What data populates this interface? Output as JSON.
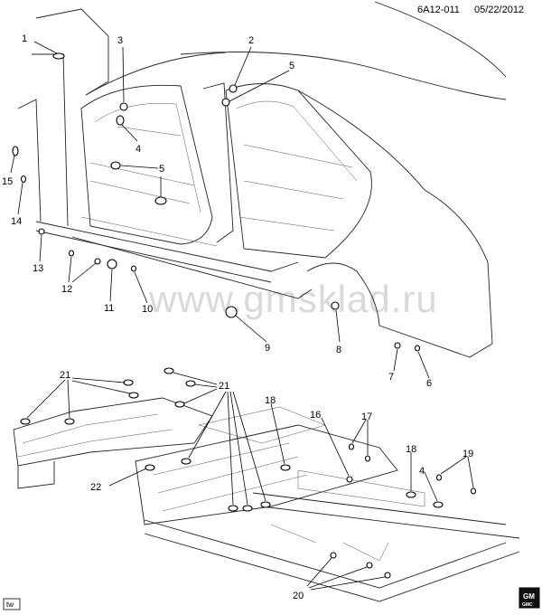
{
  "header": {
    "code": "6A12-011",
    "date": "05/22/2012"
  },
  "watermark": "www.gmsklad.ru",
  "corner_tag": "tw",
  "brand_badge": {
    "line1": "GM",
    "line2": "GMC"
  },
  "callouts": {
    "n1": "1",
    "n2": "2",
    "n3": "3",
    "n4a": "4",
    "n5a": "5",
    "n5b": "5",
    "n6": "6",
    "n7": "7",
    "n8": "8",
    "n9": "9",
    "n10": "10",
    "n11": "11",
    "n12": "12",
    "n13": "13",
    "n14": "14",
    "n15": "15",
    "n16": "16",
    "n17": "17",
    "n18a": "18",
    "n18b": "18",
    "n19": "19",
    "n20": "20",
    "n21a": "21",
    "n21b": "21",
    "n22": "22",
    "n4b": "4"
  }
}
